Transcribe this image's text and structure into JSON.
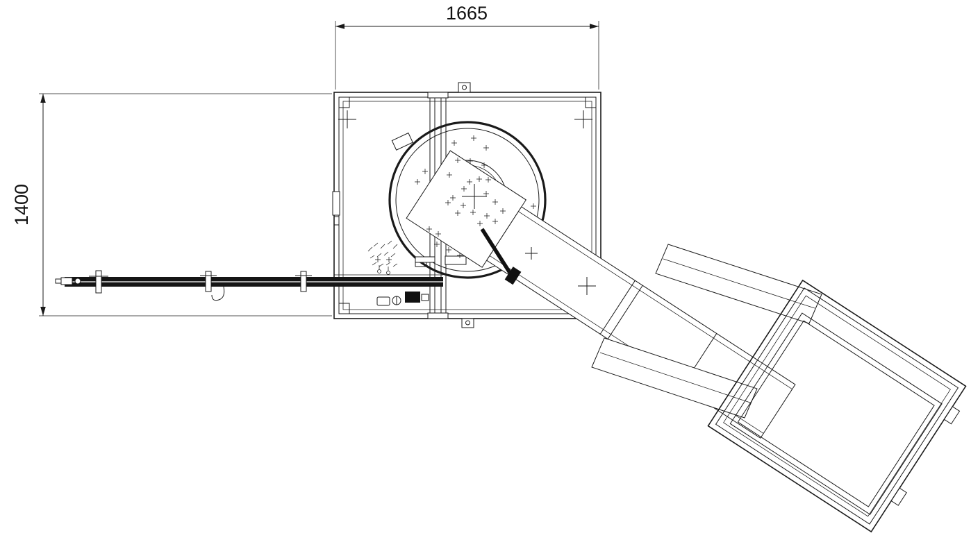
{
  "drawing": {
    "title": "machine-top-view-technical-drawing",
    "width_dimension": "1665",
    "height_dimension": "1400",
    "line_color": "#1a1a1a",
    "background_color": "#ffffff",
    "components": {
      "frame": "square machine frame",
      "bowl": "vibratory bowl feeder",
      "rail": "linear conveyor rail",
      "track": "inclined discharge track",
      "hopper": "outfeed hopper box"
    }
  }
}
